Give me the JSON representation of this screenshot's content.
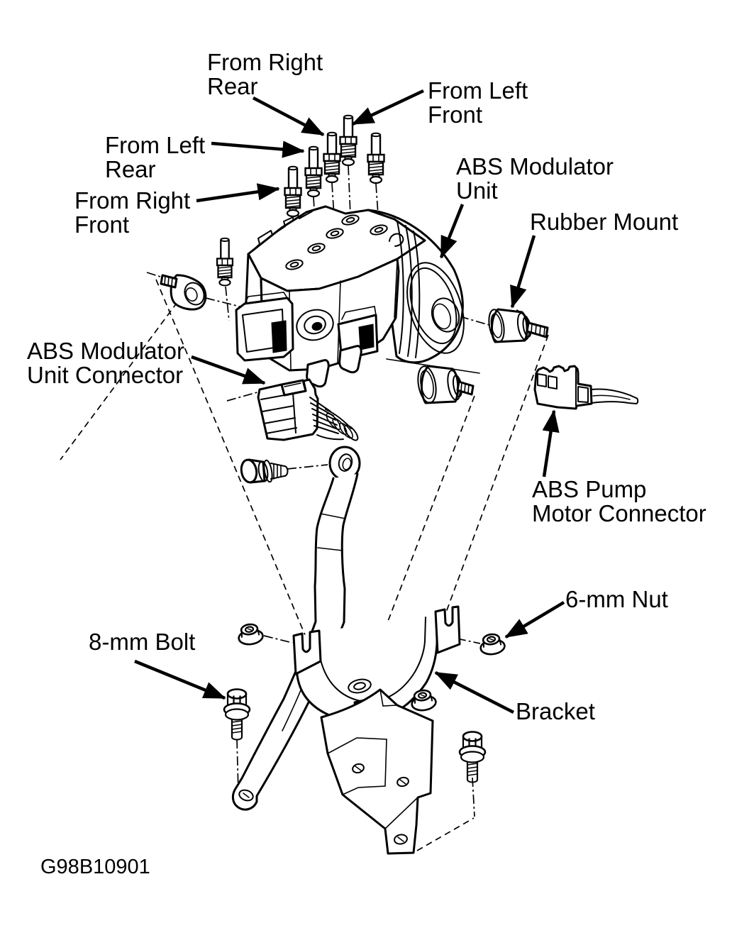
{
  "figure": {
    "code": "G98B10901",
    "kind": "exploded-parts-diagram",
    "subject": "ABS Modulator Unit, bracket and mounting hardware"
  },
  "colors": {
    "ink": "#000000",
    "background": "#ffffff"
  },
  "labels": {
    "from_right_rear": {
      "lines": [
        "From Right",
        "Rear"
      ]
    },
    "from_left_front": {
      "lines": [
        "From Left",
        "Front"
      ]
    },
    "from_left_rear": {
      "lines": [
        "From Left",
        "Rear"
      ]
    },
    "from_right_front": {
      "lines": [
        "From Right",
        "Front"
      ]
    },
    "abs_modulator_unit": {
      "lines": [
        "ABS Modulator",
        "Unit"
      ]
    },
    "rubber_mount": {
      "lines": [
        "Rubber Mount"
      ]
    },
    "abs_modulator_unit_connector": {
      "lines": [
        "ABS Modulator",
        "Unit Connector"
      ]
    },
    "abs_pump_motor_connector": {
      "lines": [
        "ABS Pump",
        "Motor Connector"
      ]
    },
    "six_mm_nut": {
      "lines": [
        "6-mm Nut"
      ]
    },
    "eight_mm_bolt": {
      "lines": [
        "8-mm Bolt"
      ]
    },
    "bracket": {
      "lines": [
        "Bracket"
      ]
    }
  }
}
